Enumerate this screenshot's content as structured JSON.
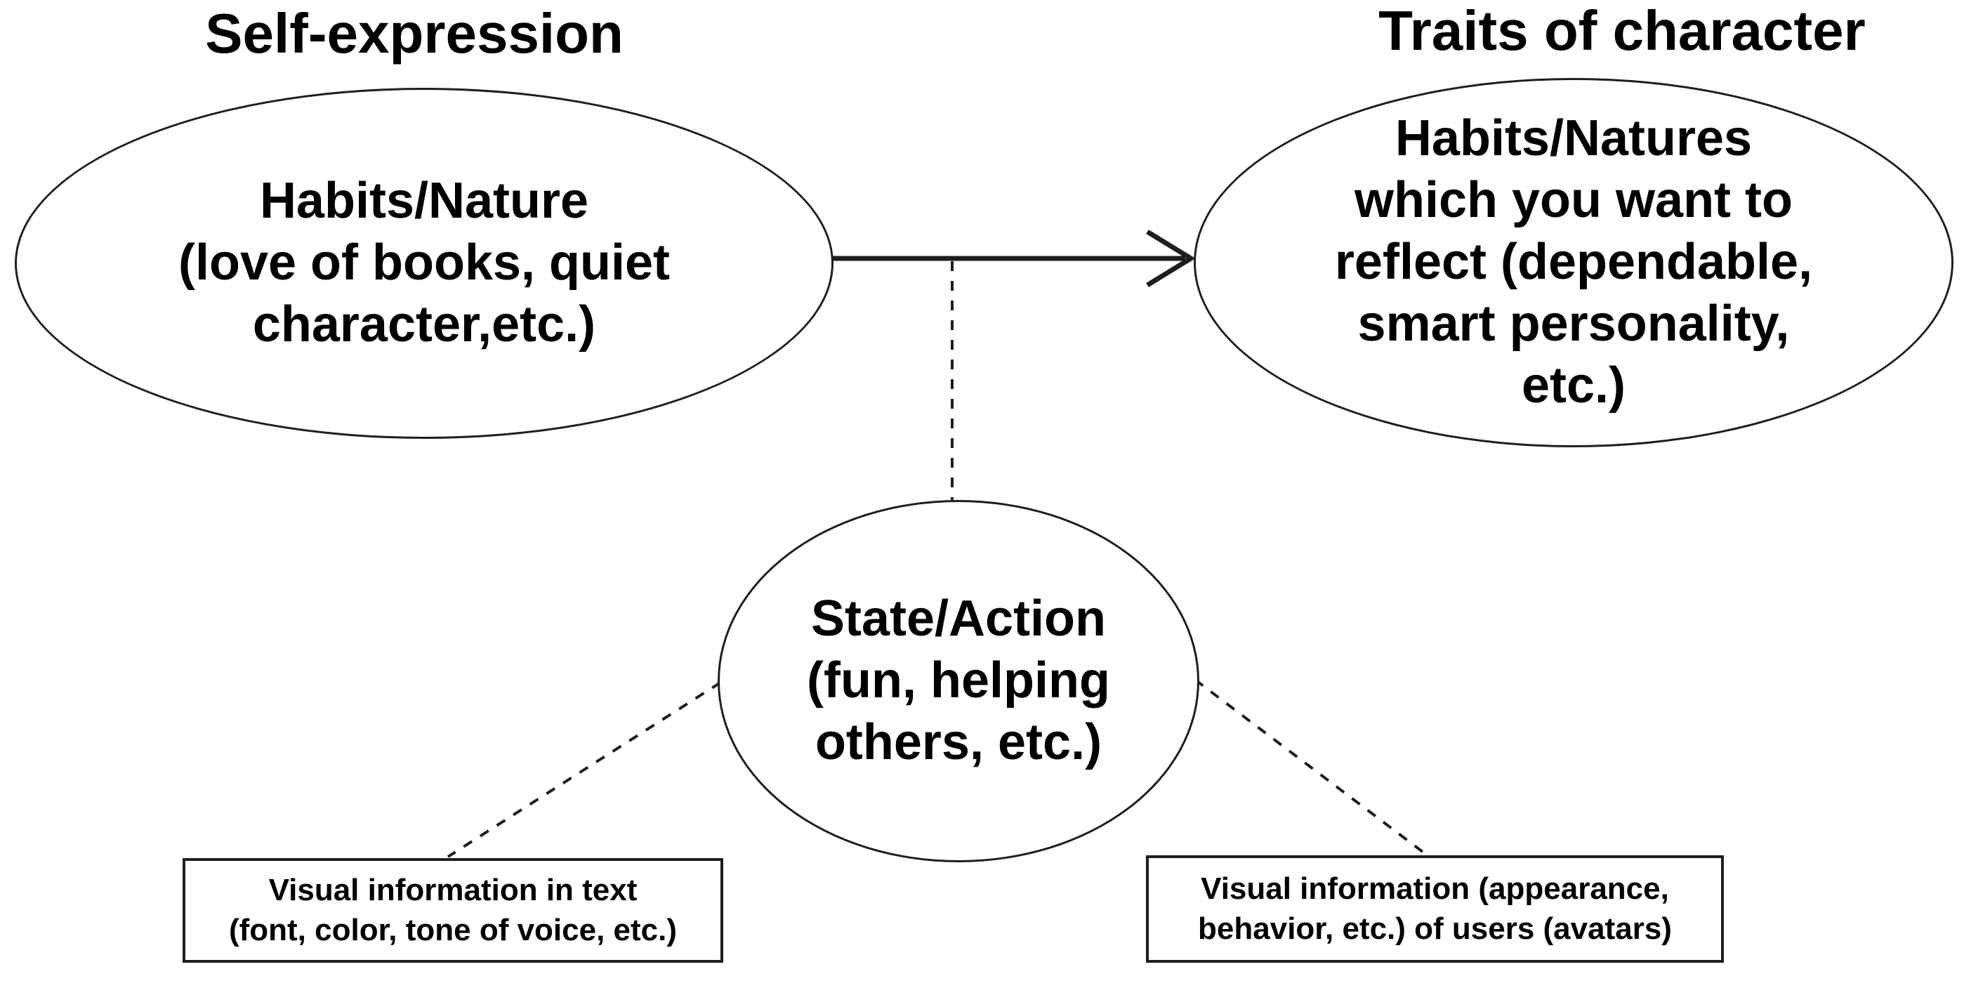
{
  "headings": {
    "left": "Self-expression",
    "right": "Traits of character"
  },
  "nodes": {
    "habits_nature": {
      "lines": [
        "Habits/Nature",
        "(love of books, quiet",
        "character,etc.)"
      ]
    },
    "habits_natures_reflect": {
      "lines": [
        "Habits/Natures",
        "which you want to",
        "reflect (dependable,",
        "smart personality,",
        "etc.)"
      ]
    },
    "state_action": {
      "lines": [
        "State/Action",
        "(fun, helping",
        "others, etc.)"
      ]
    },
    "visual_info_text": {
      "lines": [
        "Visual information in text",
        "(font, color, tone of voice, etc.)"
      ]
    },
    "visual_info_users": {
      "lines": [
        "Visual information (appearance,",
        "behavior, etc.) of users (avatars)"
      ]
    }
  },
  "colors": {
    "line": "#1e1e1e",
    "text": "#000000",
    "background": "#ffffff"
  }
}
